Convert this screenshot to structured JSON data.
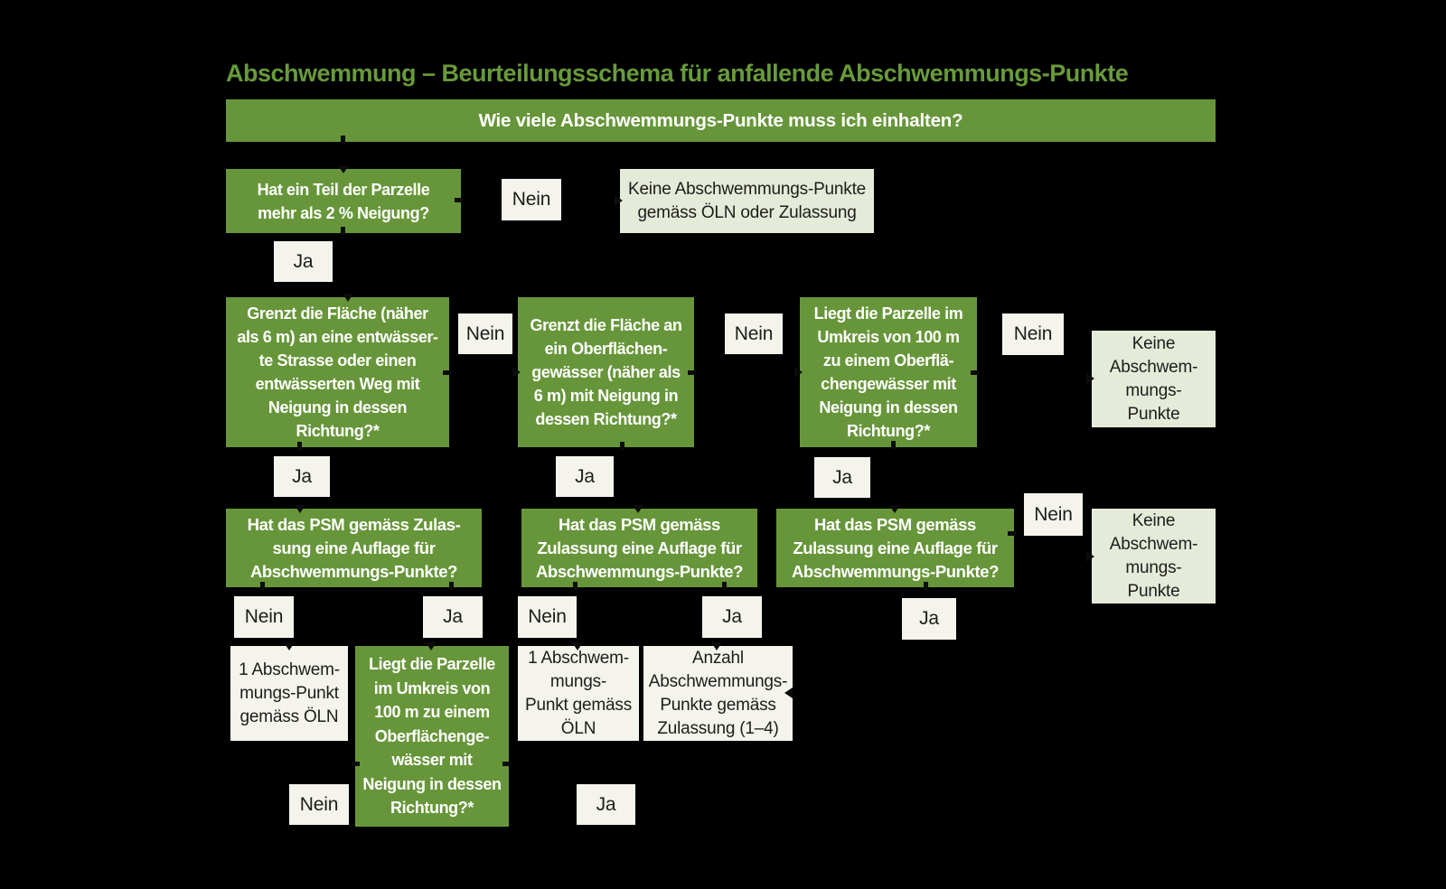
{
  "title": "Abschwemmung – Beurteilungsschema für anfallende Abschwemmungs-Punkte",
  "header": {
    "question": "Wie viele Abschwemmungs-Punkte muss ich einhalten?"
  },
  "labels": {
    "ja": "Ja",
    "nein": "Nein"
  },
  "nodes": {
    "q1": "Hat ein Teil der Parzelle\nmehr als 2 % Neigung?",
    "q2": "Grenzt die Fläche (näher\nals 6 m) an eine entwässer-\nte Strasse oder einen\nentwässerten Weg mit\nNeigung in dessen\nRichtung?*",
    "q3": "Grenzt die Fläche an\nein Oberflächen-\ngewässer (näher als\n6 m) mit Neigung in\ndessen Richtung?*",
    "q4": "Liegt die Parzelle im\nUmkreis von 100 m\nzu einem Oberflä-\nchengewässer mit\nNeigung in dessen\nRichtung?*",
    "q5": "Hat das PSM gemäss Zulas-\nsung eine Auflage für\nAbschwemmungs-Punkte?",
    "q6": "Hat das PSM gemäss\nZulassung eine Auflage für\nAbschwemmungs-Punkte?",
    "q7": "Hat das PSM gemäss\nZulassung eine Auflage für\nAbschwemmungs-Punkte?",
    "q8": "Liegt die Parzelle\nim Umkreis von\n100 m zu einem\nOberflächenge-\nwässer mit\nNeigung in dessen\nRichtung?*",
    "no_points_oeln_zulassung": "Keine Abschwemmungs-Punkte\ngemäss ÖLN oder Zulassung",
    "no_points_1": "Keine\nAbschwem-\nmungs-\nPunkte",
    "no_points_2": "Keine\nAbschwem-\nmungs-\nPunkte",
    "one_point_oeln_1": "1 Abschwem-\nmungs-Punkt\ngemäss ÖLN",
    "one_point_oeln_2": "1 Abschwem-\nmungs-\nPunkt gemäss\nÖLN",
    "count_zulassung": "Anzahl\nAbschwemmungs-\nPunkte gemäss\nZulassung (1–4)"
  },
  "colors": {
    "box_green": "#67963a",
    "title_green": "#689a3b",
    "label_cream": "#f4f3ec",
    "result_light_green": "#e5ebd9",
    "text_dark": "#1d1d1b",
    "text_white": "#ffffff",
    "background": "#000000"
  }
}
